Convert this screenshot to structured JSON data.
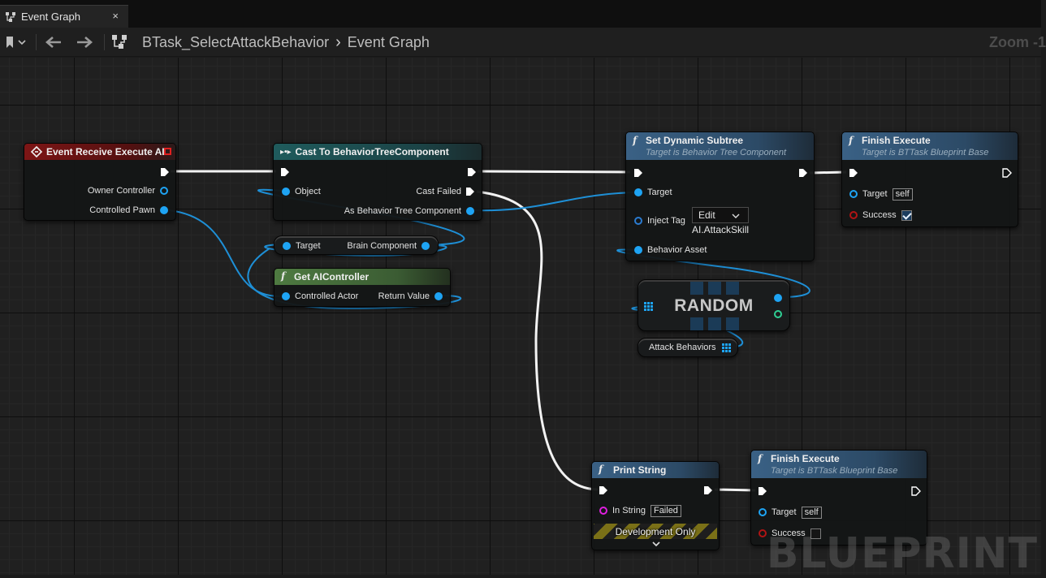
{
  "tab": {
    "title": "Event Graph",
    "close": "×"
  },
  "toolbar": {
    "breadcrumb": [
      "BTask_SelectAttackBehavior",
      "Event Graph"
    ],
    "breadcrumb_separator": "›",
    "zoom": "Zoom -1"
  },
  "nodes": {
    "event_receive": {
      "title": "Event Receive Execute AI",
      "pins": [
        "Owner Controller",
        "Controlled Pawn"
      ]
    },
    "cast": {
      "title": "Cast To BehaviorTreeComponent",
      "pin_object": "Object",
      "pin_cast_failed": "Cast Failed",
      "pin_as_btc": "As Behavior Tree Component"
    },
    "brain_component": {
      "target": "Target",
      "output": "Brain Component"
    },
    "get_aicontroller": {
      "title": "Get AIController",
      "input": "Controlled Actor",
      "output": "Return Value"
    },
    "set_dynamic_subtree": {
      "title": "Set Dynamic Subtree",
      "subtitle": "Target is Behavior Tree Component",
      "pin_target": "Target",
      "pin_inject_tag": "Inject Tag",
      "edit_label": "Edit",
      "inject_tag_value": "AI.AttackSkill",
      "pin_behavior_asset": "Behavior Asset"
    },
    "random": {
      "title": "RANDOM"
    },
    "attack_behaviors": {
      "label": "Attack Behaviors"
    },
    "finish_execute_1": {
      "title": "Finish Execute",
      "subtitle": "Target is BTTask Blueprint Base",
      "pin_target": "Target",
      "target_value": "self",
      "pin_success": "Success",
      "success_checked": true
    },
    "print_string": {
      "title": "Print String",
      "pin_in_string": "In String",
      "in_string_value": "Failed",
      "dev_only": "Development Only"
    },
    "finish_execute_2": {
      "title": "Finish Execute",
      "subtitle": "Target is BTTask Blueprint Base",
      "pin_target": "Target",
      "target_value": "self",
      "pin_success": "Success",
      "success_checked": false
    }
  },
  "watermark": "BLUEPRINT",
  "colors": {
    "exec": "#ffffff",
    "object_pin": "#1ea4f4",
    "string_pin": "#e01fe0",
    "bool_pin": "#b01414",
    "event_header": "#7d1515",
    "cast_header": "#1f5b5c",
    "function_header": "#3a6185",
    "pure_header": "#4e7a41"
  }
}
